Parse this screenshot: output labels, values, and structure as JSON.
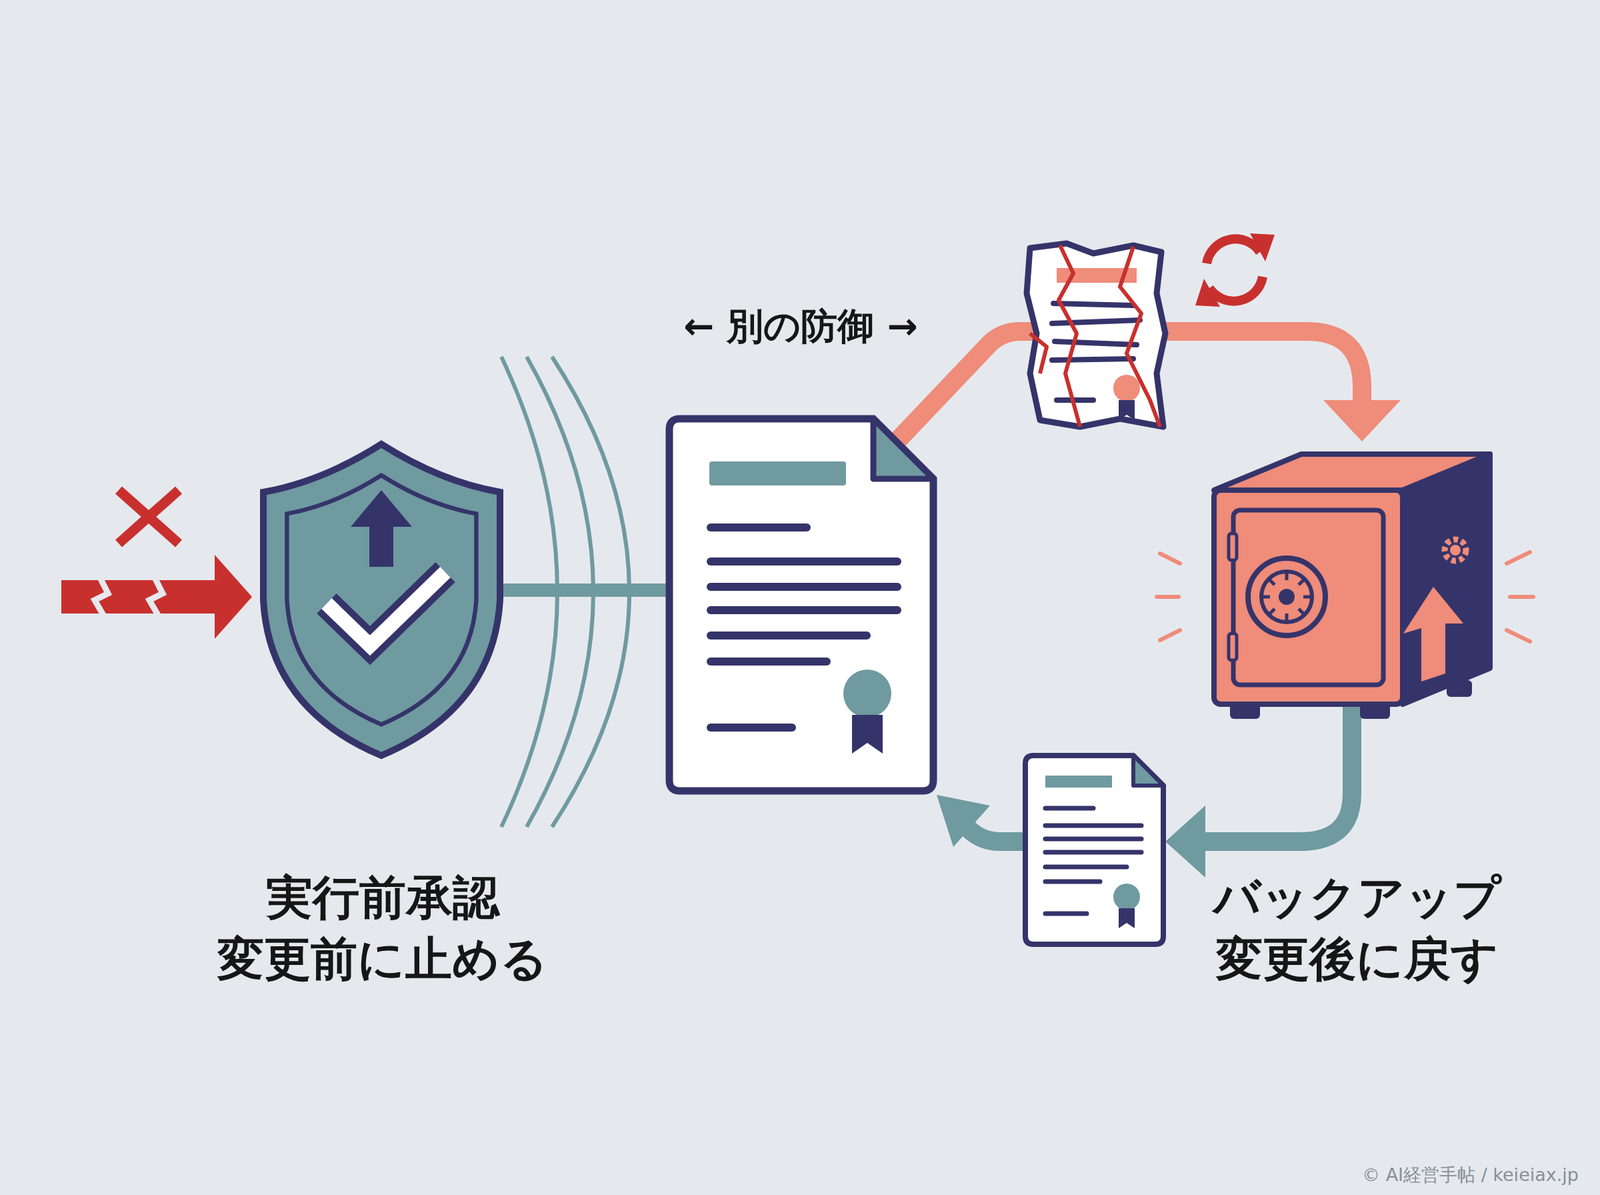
{
  "diagram": {
    "nodes": [
      {
        "text": [
          "実行前承認 変更前に止める"
        ]
      },
      {
        "text": [
          "バックアップ 変更後に戻す"
        ]
      }
    ],
    "labels": [
      "← 別の防御 →",
      "© AI経営手帖 / keieiax.jp"
    ]
  }
}
